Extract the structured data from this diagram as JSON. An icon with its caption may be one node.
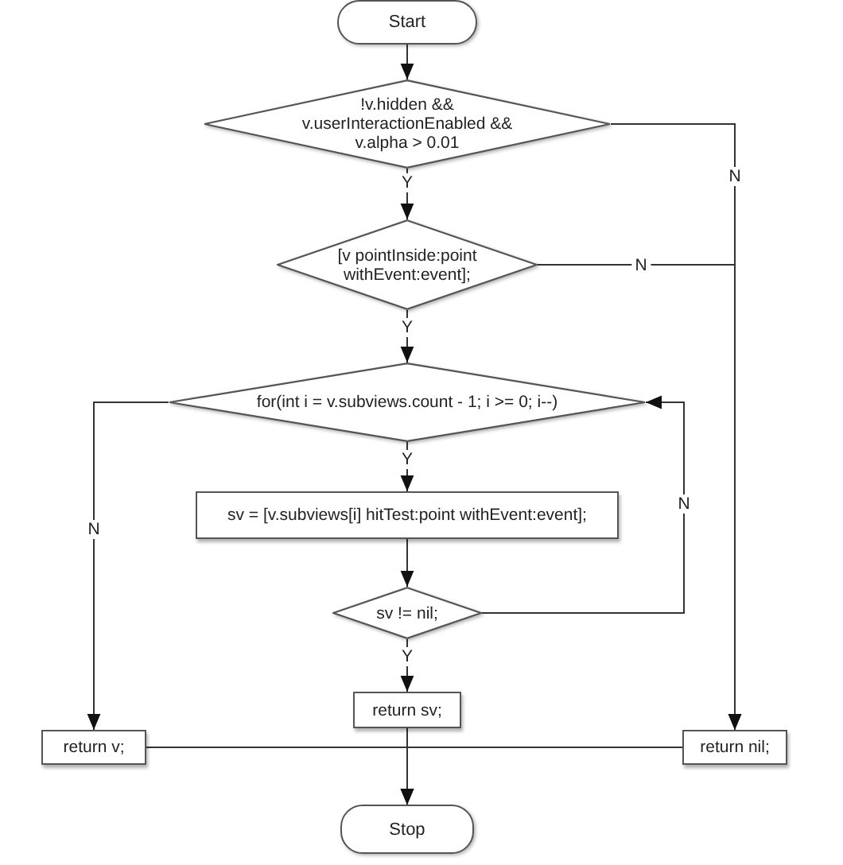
{
  "diagram": {
    "nodes": [
      {
        "text": [
          "Start"
        ]
      },
      {
        "text": [
          "!v.hidden && v.userInteractionEnabled && v.alpha > 0.01"
        ]
      },
      {
        "text": [
          "[v pointInside:point withEvent:event];"
        ]
      },
      {
        "text": [
          "for(int i = v.subviews.count - 1; i >= 0; i--)"
        ]
      },
      {
        "text": [
          "sv = [v.subviews[i] hitTest:point withEvent:event];"
        ]
      },
      {
        "text": [
          "sv != nil;"
        ]
      },
      {
        "text": [
          "return sv;"
        ]
      },
      {
        "text": [
          "return v;"
        ]
      },
      {
        "text": [
          "return nil;"
        ]
      },
      {
        "text": [
          "Stop"
        ]
      }
    ],
    "edges": [
      {
        "from": 0,
        "to": 1,
        "arrow": "to"
      },
      {
        "from": 1,
        "to": 2,
        "arrow": "to",
        "label": "Y"
      },
      {
        "from": 1,
        "to": 8,
        "arrow": "to",
        "label": "N"
      },
      {
        "from": 2,
        "to": 8,
        "arrow": "to",
        "label": "N"
      },
      {
        "from": 2,
        "to": 3,
        "arrow": "to",
        "label": "Y"
      },
      {
        "from": 3,
        "to": 4,
        "arrow": "to",
        "label": "Y"
      },
      {
        "from": 3,
        "to": 7,
        "arrow": "to",
        "label": "N"
      },
      {
        "from": 4,
        "to": 5,
        "arrow": "to"
      },
      {
        "from": 5,
        "to": 3,
        "arrow": "to",
        "label": "N"
      },
      {
        "from": 5,
        "to": 6,
        "arrow": "to",
        "label": "Y"
      },
      {
        "from": 6,
        "to": 9,
        "arrow": "to"
      },
      {
        "from": 7,
        "to": 9,
        "arrow": "to"
      },
      {
        "from": 8,
        "to": 9,
        "arrow": "to"
      }
    ]
  }
}
